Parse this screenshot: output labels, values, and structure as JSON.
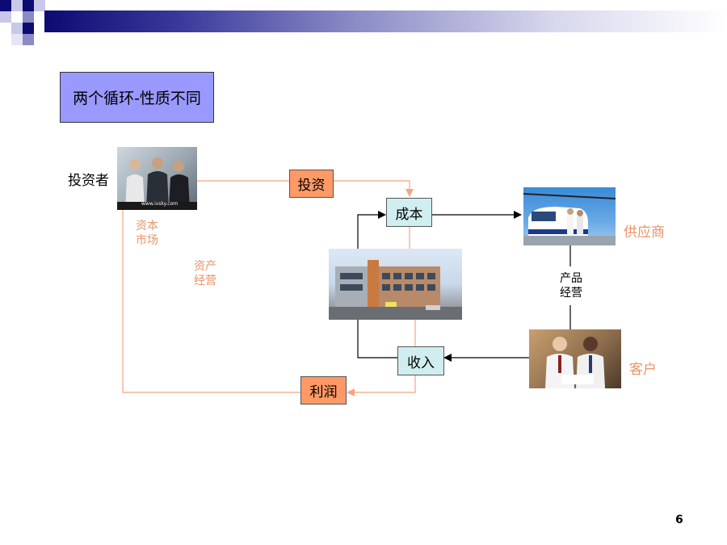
{
  "slide": {
    "title": "两个循环-性质不同",
    "page_number": "6"
  },
  "nodes": {
    "investment": "投资",
    "cost": "成本",
    "revenue": "收入",
    "profit": "利润"
  },
  "labels": {
    "investor": "投资者",
    "capital_market": "资本市场",
    "capital_market_line1": "资本",
    "capital_market_line2": "市场",
    "asset_ops_line1": "资产",
    "asset_ops_line2": "经营",
    "supplier": "供应商",
    "customer": "客户",
    "product_ops_line1": "产品",
    "product_ops_line2": "经营",
    "watermark": "www.ivsky.com"
  },
  "colors": {
    "header_dark": "#0b0b72",
    "title_fill": "#9999ff",
    "node_orange": "#ff9966",
    "node_teal": "#d0eef0",
    "line_salmon": "#f4a582",
    "label_salmon": "#e8946a"
  }
}
